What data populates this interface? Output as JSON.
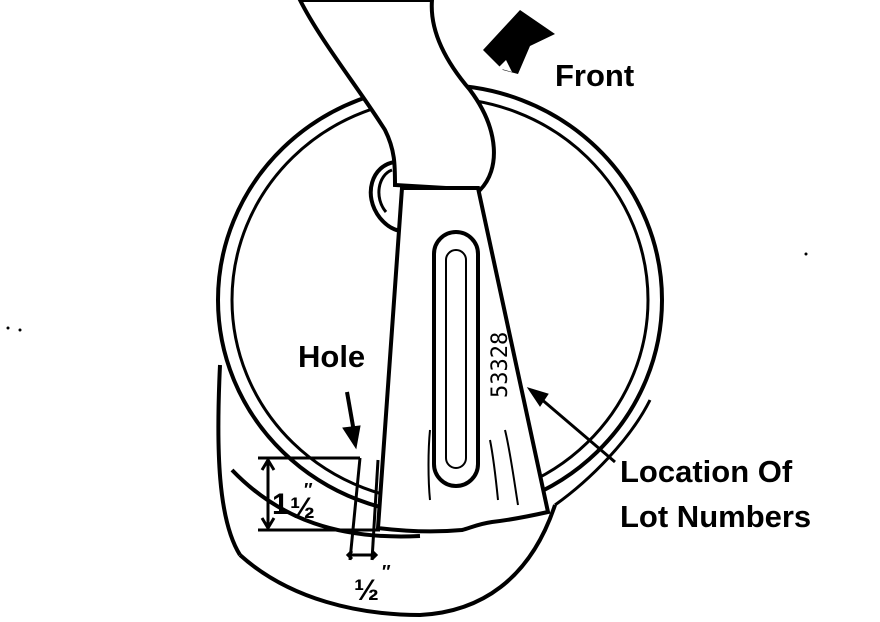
{
  "labels": {
    "front": "Front",
    "hole": "Hole",
    "location_line1": "Location Of",
    "location_line2": "Lot Numbers",
    "dim_vertical_whole": "1",
    "dim_vertical_frac": "½",
    "dim_vertical_unit": "″",
    "dim_horizontal_frac": "½",
    "dim_horizontal_unit": "″",
    "lot_number": "53328"
  },
  "colors": {
    "ink": "#000000",
    "paper": "#ffffff"
  }
}
